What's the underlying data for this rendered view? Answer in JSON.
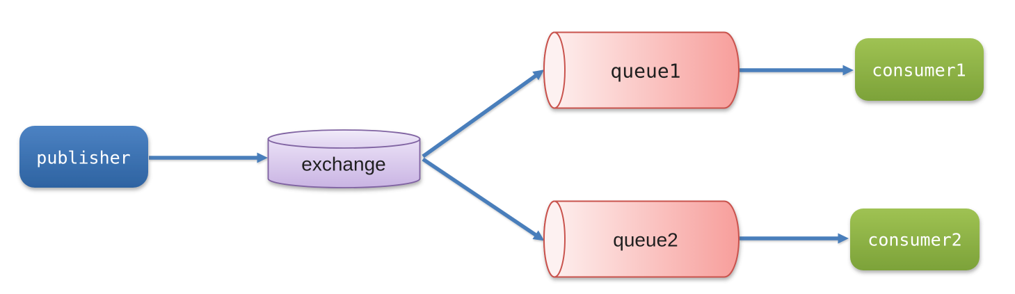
{
  "diagram": {
    "title": "message-broker-fanout-topology",
    "nodes": {
      "publisher": {
        "label": "publisher",
        "shape": "rounded-rect",
        "role": "producer"
      },
      "exchange": {
        "label": "exchange",
        "shape": "cylinder-vertical",
        "role": "exchange"
      },
      "queue1": {
        "label": "queue1",
        "shape": "cylinder-horizontal",
        "role": "queue"
      },
      "queue2": {
        "label": "queue2",
        "shape": "cylinder-horizontal",
        "role": "queue"
      },
      "consumer1": {
        "label": "consumer1",
        "shape": "rounded-rect",
        "role": "consumer"
      },
      "consumer2": {
        "label": "consumer2",
        "shape": "rounded-rect",
        "role": "consumer"
      }
    },
    "edges": [
      {
        "from": "publisher",
        "to": "exchange"
      },
      {
        "from": "exchange",
        "to": "queue1"
      },
      {
        "from": "exchange",
        "to": "queue2"
      },
      {
        "from": "queue1",
        "to": "consumer1"
      },
      {
        "from": "queue2",
        "to": "consumer2"
      }
    ],
    "colors": {
      "background": "#FFFFFF",
      "arrow": "#4A7EBB",
      "publisher_top": "#4C82C3",
      "publisher_bottom": "#2E63A1",
      "exchange_top_light": "#F1EBF9",
      "exchange_top_dark": "#DFD2F0",
      "exchange_body_light": "#EAE0F6",
      "exchange_body_dark": "#C9B4E3",
      "exchange_border": "#8064A2",
      "queue_light": "#FEF3F2",
      "queue_dark": "#F79E9B",
      "queue_cap": "#FDF1F1",
      "queue_border": "#C9534E",
      "consumer_top": "#9FC253",
      "consumer_bottom": "#7CA239",
      "label_light": "#FFFFFF",
      "label_dark": "#1F1F1F"
    }
  }
}
